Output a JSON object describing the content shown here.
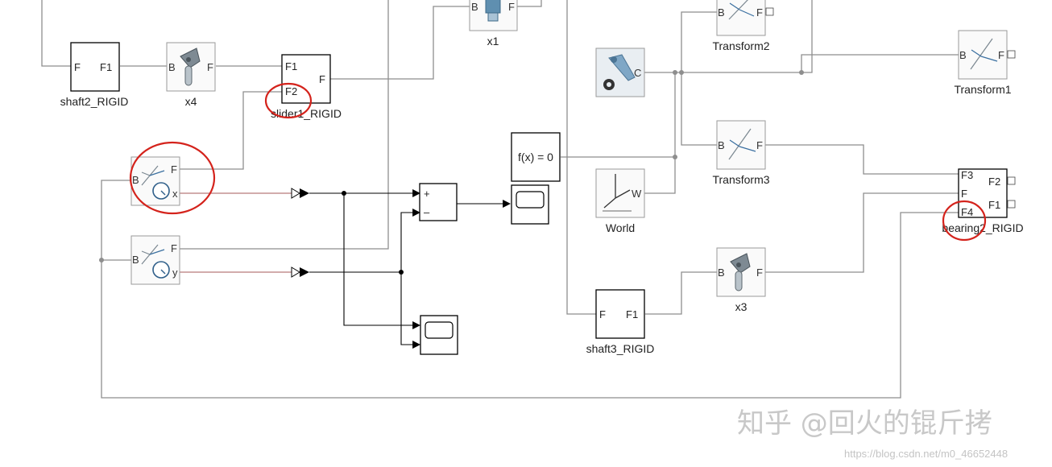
{
  "blocks": {
    "shaft2": {
      "label": "shaft2_RIGID",
      "port_left": "F",
      "port_right": "F1"
    },
    "x4": {
      "label": "x4",
      "port_left": "B",
      "port_right": "F"
    },
    "slider1": {
      "label": "slider1_RIGID",
      "port_f1": "F1",
      "port_f2": "F2",
      "port_f": "F"
    },
    "x1": {
      "label": "x1",
      "port_left": "B",
      "port_right": "F"
    },
    "sensor_x": {
      "port_b": "B",
      "port_f": "F",
      "port_out": "x"
    },
    "sensor_y": {
      "port_b": "B",
      "port_f": "F",
      "port_out": "y"
    },
    "sum": {
      "plus": "+",
      "minus": "–"
    },
    "solver": {
      "port_c": "C"
    },
    "fx": {
      "label": "f(x) = 0"
    },
    "world": {
      "label": "World",
      "port_w": "W"
    },
    "transform2": {
      "label": "Transform2",
      "port_b": "B",
      "port_f": "F"
    },
    "transform1": {
      "label": "Transform1",
      "port_b": "B",
      "port_f": "F"
    },
    "transform3": {
      "label": "Transform3",
      "port_b": "B",
      "port_f": "F"
    },
    "bearing": {
      "label": "bearing2_RIGID",
      "port_f3": "F3",
      "port_f": "F",
      "port_f4": "F4",
      "port_f2": "F2",
      "port_f1": "F1"
    },
    "shaft3": {
      "label": "shaft3_RIGID",
      "port_left": "F",
      "port_right": "F1"
    },
    "x3": {
      "label": "x3",
      "port_left": "B",
      "port_right": "F"
    }
  },
  "watermark": {
    "text": "知乎 @回火的锟斤拷",
    "url": "https://blog.csdn.net/m0_46652448"
  },
  "colors": {
    "annotation": "#d4231c",
    "physical_wire": "#8e8e8e",
    "signal_wire": "#000000"
  }
}
